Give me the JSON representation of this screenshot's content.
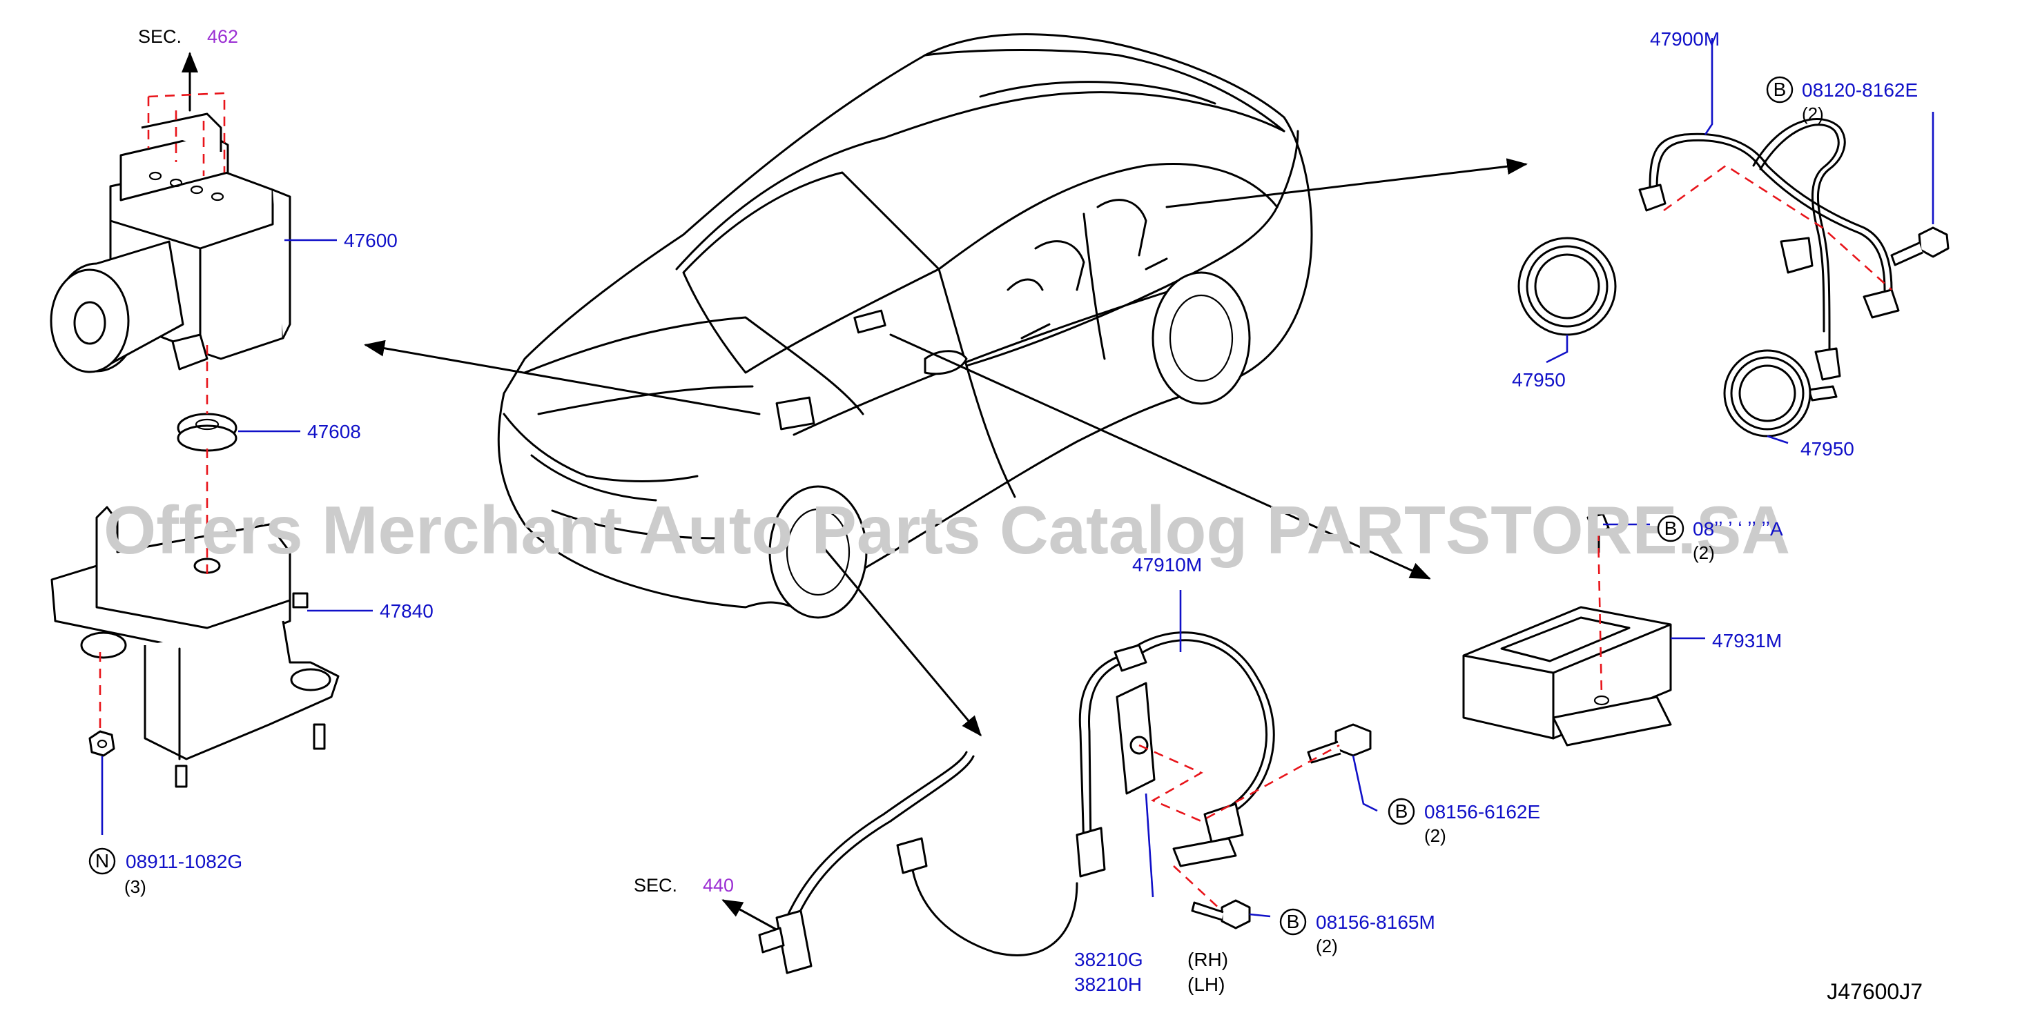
{
  "colors": {
    "label": "#1010c8",
    "section_ref": "#9b2fd3",
    "text": "#000000",
    "dash": "#e8141a",
    "watermark": "#cccccc"
  },
  "watermark": "Offers Merchant Auto Parts Catalog PARTSTORE.SA",
  "diagram_code": "J47600J7",
  "sections": [
    {
      "prefix": "SEC.",
      "number": "462"
    },
    {
      "prefix": "SEC.",
      "number": "440"
    }
  ],
  "parts": [
    {
      "number": "47600"
    },
    {
      "number": "47608"
    },
    {
      "number": "47840"
    },
    {
      "number": "08911-1082G",
      "symbol": "N",
      "qty": "(3)"
    },
    {
      "number": "47900M"
    },
    {
      "number": "08120-8162E",
      "symbol": "B",
      "qty": "(2)"
    },
    {
      "number": "47950"
    },
    {
      "number": "47950"
    },
    {
      "number": "08120-8161A",
      "visible_text": "08ʼʼ ʼ ʻ  ʼʼ  ʼʼA",
      "symbol": "B",
      "qty": "(2)"
    },
    {
      "number": "47931M"
    },
    {
      "number": "47910M"
    },
    {
      "number": "08156-6162E",
      "symbol": "B",
      "qty": "(2)"
    },
    {
      "number": "08156-8165M",
      "symbol": "B",
      "qty": "(2)"
    },
    {
      "number": "38210G",
      "side": "(RH)"
    },
    {
      "number": "38210H",
      "side": "(LH)"
    }
  ]
}
